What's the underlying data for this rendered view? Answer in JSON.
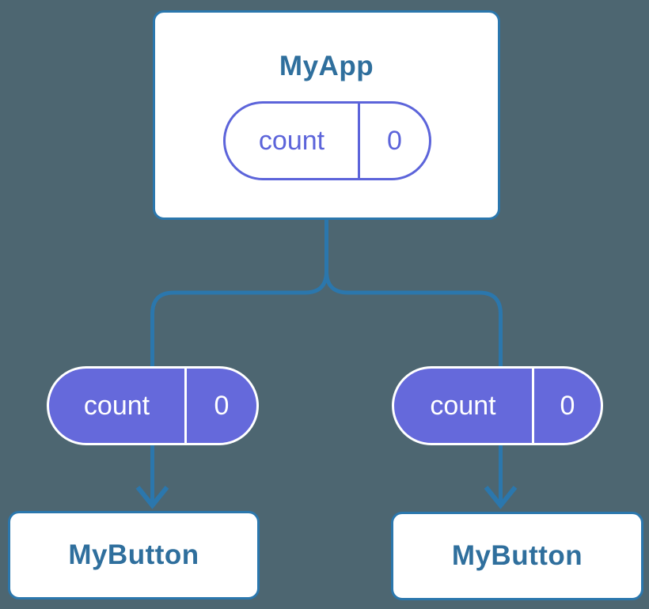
{
  "diagram": {
    "type": "component-tree",
    "colors": {
      "background": "#4d6671",
      "connector_blue": "#2b77ad",
      "node_title_blue": "#2f6f9d",
      "state_purple_fill": "#6569db",
      "state_purple_outline": "#5c64da",
      "node_fill": "#ffffff"
    },
    "root": {
      "title": "MyApp",
      "state": {
        "name": "count",
        "value": "0"
      }
    },
    "children": [
      {
        "title": "MyButton",
        "state": {
          "name": "count",
          "value": "0"
        }
      },
      {
        "title": "MyButton",
        "state": {
          "name": "count",
          "value": "0"
        }
      }
    ]
  }
}
